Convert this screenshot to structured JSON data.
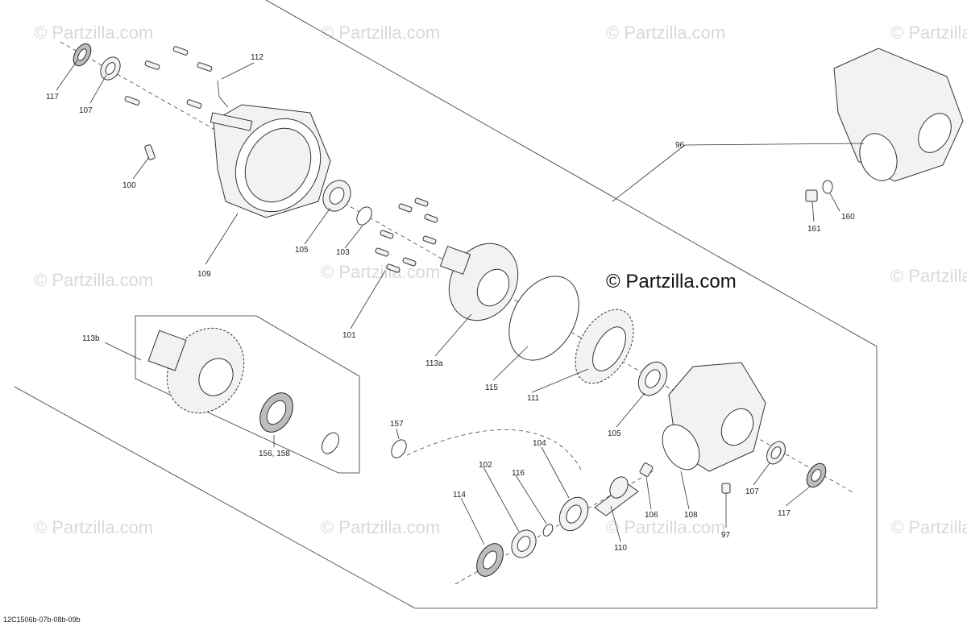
{
  "diagram": {
    "reference_code": "12C1506b-07b-08b-09b",
    "watermark_text": "© Partzilla.com",
    "main_watermark_text": "© Partzilla.com",
    "callouts": {
      "c117a": "117",
      "c107a": "107",
      "c112": "112",
      "c100": "100",
      "c109": "109",
      "c105a": "105",
      "c103": "103",
      "c101": "101",
      "c113a": "113a",
      "c115": "115",
      "c111": "111",
      "c105b": "105",
      "c96": "96",
      "c160": "160",
      "c161": "161",
      "c113b": "113b",
      "c156": "156, 158",
      "c157": "157",
      "c104": "104",
      "c102": "102",
      "c116": "116",
      "c114": "114",
      "c110": "110",
      "c106": "106",
      "c108": "108",
      "c97": "97",
      "c107b": "107",
      "c117b": "117"
    }
  },
  "colors": {
    "line": "#333333",
    "watermark": "#d9d9d9",
    "part_fill": "#f2f2f2"
  }
}
